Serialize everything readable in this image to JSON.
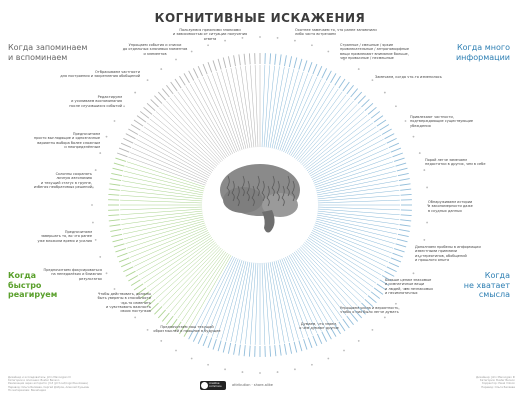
{
  "title": "КОГНИТИВНЫЕ ИСКАЖЕНИЯ",
  "quadrants": {
    "top_left": "Когда запоминаем\nи вспоминаем",
    "top_right": "Когда много\nинформации",
    "bottom_left": "Когда\nбыстро\nреагируем",
    "bottom_right": "Когда\nне хватает\nсмысла"
  },
  "labels": [
    "Пользуемся прежними знаниями\nи зависимостью от ситуации получения\nответа",
    "Упрощаем события и списки\nдо отдельных ключевых моментов\nи элементов",
    "Отбрасываем частности\nдля построения и закрепления обобщений",
    "Редактируем\nи усиливаем воспоминания\nпосле случившихся событий",
    "Предпочитаем\nпросто выглядящие и однозначные\nварианты выбора более сложным\nи неопределённым",
    "Склонны сохранять\nличную автономию\nи текущий статус в группе,\nизбегая необратимых решений",
    "Предпочитаем\nзавершать то, во что ранее\nуже вложили время и усилия",
    "Предпочитаем фокусироваться\nна непедалёких и ближних\nрезультатах",
    "Чтобы действовать, должны\nбыть уверены в способности\nчто-то изменить\nи чувствовать важность\nсвоих поступков",
    "Предпочитаем наш текущий\nобраз мыслей и прошлое в будущее",
    "Думаем, что знаем,\nо чём думают другие",
    "Упрощаем числа и вероятность,\nчтобы о них было легче думать",
    "Больше ценим знакомые\nи симпатичные вещи\nи людей, чем незнакомых\nи несимпатичных",
    "Дополняем пробелы в информации\nизвестными приемами\nиз стереотипов, обобщений\nи прошлого опыта",
    "Обнаруживаем истории\nи закономерности даже\nв скудных данных",
    "Порой легче замечаем\nнедостатки в других, чем в себе",
    "Привлекают частности,\nподтверждающие существующие\nубеждения",
    "Замечаем, когда что-то изменилось",
    "Странные / смешные / яркие\nпривлекательные / антропоморфные\nвещи привлекают внимание больше,\nчем привычные / несмешные",
    "Охотнее замечаем то, что ранее запомнили\nлибо часто встречаем"
  ],
  "footer": {
    "left": "Дизайнер и исследователь: John Manoogian III\nКатегории и описания: Buster Benson\nРеализация через алгоритм: Jm3 (jm3.net/cognitive-biases)\nПеревод: Ольга Беляева, Сергей Добров, Алексей Кузьмин\nПо материалам: Википедия",
    "cc": "creative\ncommons",
    "attribution": "attribution · share-alike",
    "right": "Дизайнер: John Manoogian III\nКатегории: Buster Benson\nКорректор: Pavel Vdovin\nПеревод: Ольга Беляева"
  },
  "colors": {
    "top_left": "#7a7a7a",
    "top_right": "#3a88bd",
    "bottom_left": "#6eb43f",
    "bottom_right": "#3a88bd",
    "brain": "#8a8a8a"
  }
}
